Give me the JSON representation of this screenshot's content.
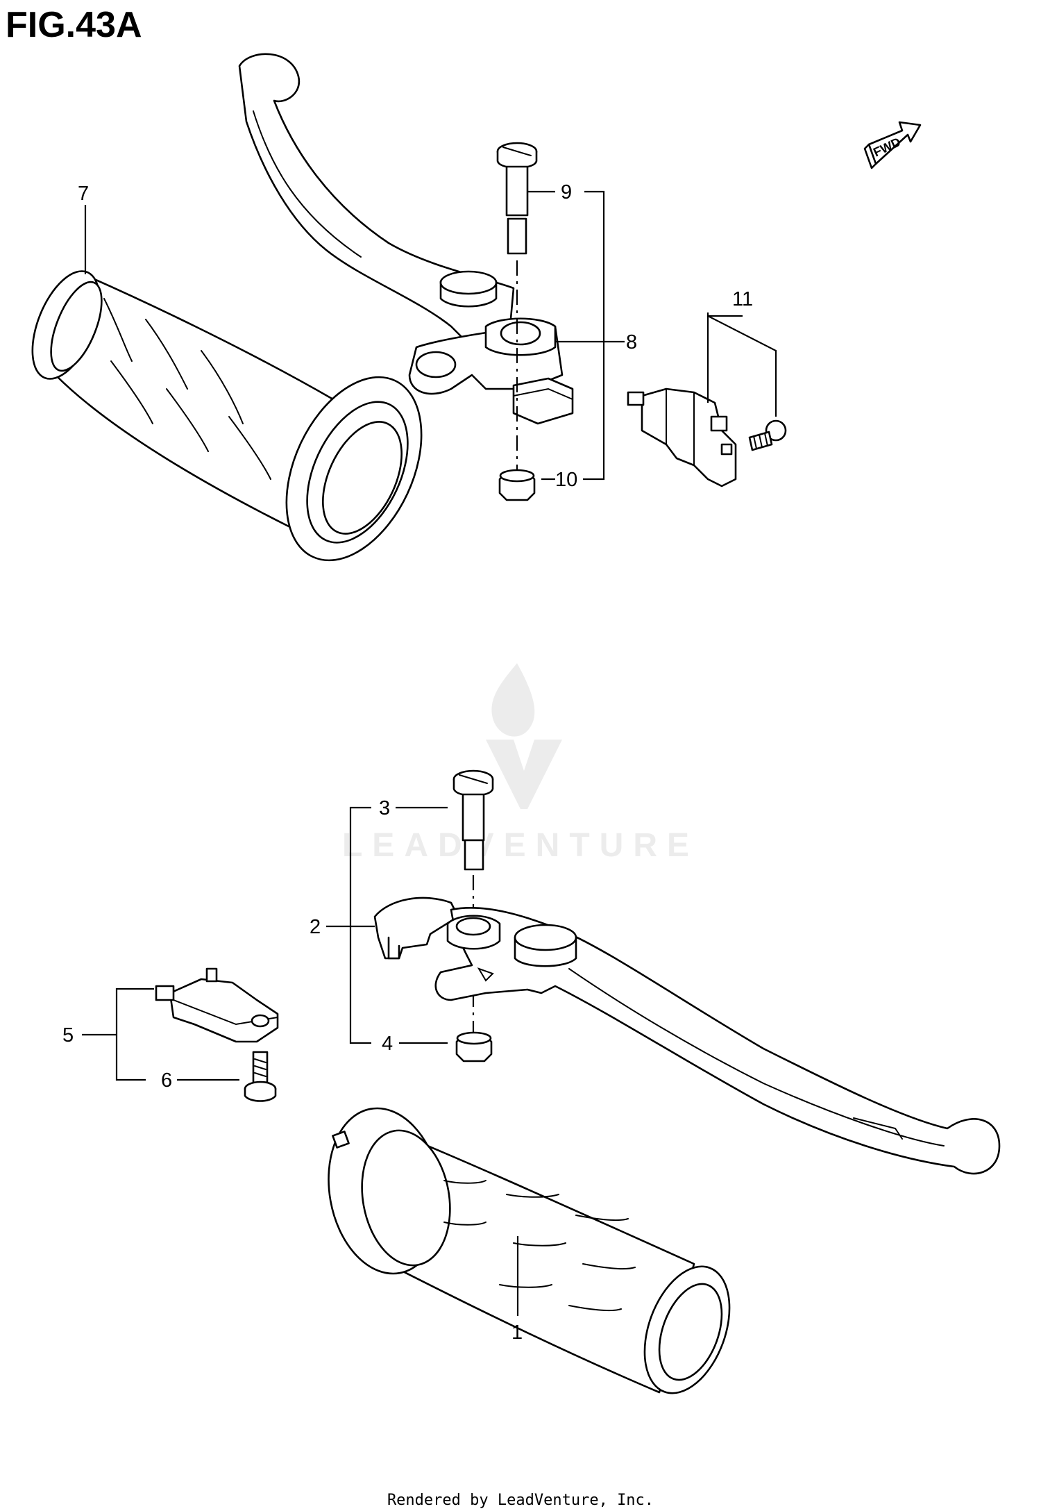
{
  "figure_title": "FIG.43A",
  "footer": "Rendered by LeadVenture, Inc.",
  "watermark": {
    "text": "LEADVENTURE",
    "logo": "leadventure-flame-logo"
  },
  "direction_badge": {
    "label": "FWD",
    "icon": "forward-arrow-icon"
  },
  "callouts": {
    "c1": "1",
    "c2": "2",
    "c3": "3",
    "c4": "4",
    "c5": "5",
    "c6": "6",
    "c7": "7",
    "c8": "8",
    "c9": "9",
    "c10": "10",
    "c11": "11"
  },
  "colors": {
    "line": "#000000",
    "background": "#ffffff",
    "watermark": "#e6e6e6"
  }
}
